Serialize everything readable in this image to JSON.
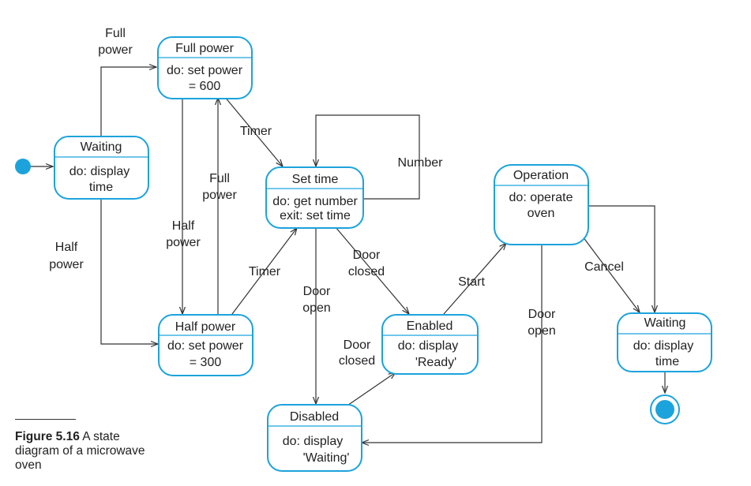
{
  "colors": {
    "state_border": "#1ca3dc",
    "initial_node": "#1ca3dc",
    "edge": "#333333"
  },
  "states": {
    "waiting1": {
      "name": "Waiting",
      "line1": "do: display",
      "line2": "time"
    },
    "full_power": {
      "name": "Full power",
      "line1": "do: set power",
      "line2": "= 600"
    },
    "set_time": {
      "name": "Set time",
      "line1": "do: get number",
      "line2": "exit: set time"
    },
    "half_power": {
      "name": "Half power",
      "line1": "do: set power",
      "line2": "= 300"
    },
    "operation": {
      "name": "Operation",
      "line1": "do: operate",
      "line2": "oven"
    },
    "enabled": {
      "name": "Enabled",
      "line1": "do: display",
      "line2": "'Ready'"
    },
    "disabled": {
      "name": "Disabled",
      "line1": "do: display",
      "line2": "'Waiting'"
    },
    "waiting2": {
      "name": "Waiting",
      "line1": "do: display",
      "line2": "time"
    }
  },
  "transitions": {
    "waiting_to_full": [
      "Full",
      "power"
    ],
    "waiting_to_half": [
      "Half",
      "power"
    ],
    "full_to_half": [
      "Half",
      "power"
    ],
    "half_to_full": [
      "Full",
      "power"
    ],
    "full_timer": "Timer",
    "half_timer": "Timer",
    "number_loop": "Number",
    "door_closed_to_enabled": [
      "Door",
      "closed"
    ],
    "door_open_to_disabled": [
      "Door",
      "open"
    ],
    "disabled_door_closed": [
      "Door",
      "closed"
    ],
    "start": "Start",
    "operation_door_open": [
      "Door",
      "open"
    ],
    "cancel": "Cancel"
  },
  "caption": {
    "label": "Figure 5.16",
    "text": "A state diagram of a microwave oven"
  }
}
